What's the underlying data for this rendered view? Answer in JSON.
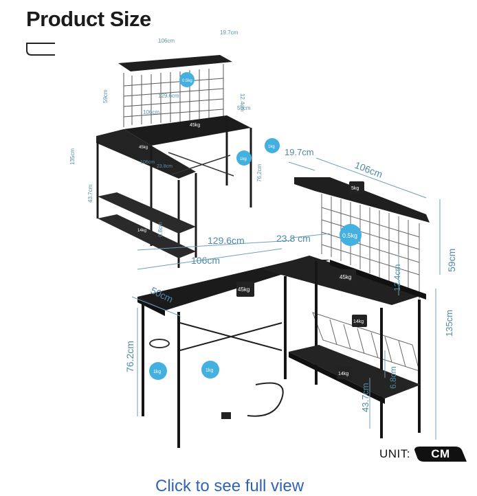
{
  "header": {
    "title": "Product Size"
  },
  "small_view": {
    "width_top": "106cm",
    "depth_top": "19.7cm",
    "load_hook": "0.5kg",
    "hutch_height": "59cm",
    "gap": "12.4cm",
    "span": "129.6cm",
    "width_desk": "106cm",
    "depth_desk": "50cm",
    "load_desk": "45kg",
    "load_side": "45kg",
    "height_total": "135cm",
    "width_side": "106cm",
    "width_side_depth": "23.8cm",
    "load_1kg_a": "1kg",
    "load_1kg_b": "1kg",
    "height_desk": "76.2cm",
    "shelf_h": "43.7cm",
    "shelf_gap": "6.8cm",
    "load_shelf": "14kg"
  },
  "large_view": {
    "depth_top": "19.7cm",
    "width_top": "106cm",
    "load_top": "5kg",
    "load_hook": "0.5kg",
    "hutch_height": "59cm",
    "gap": "12.4cm",
    "span": "129.6cm",
    "depth_side": "23.8 cm",
    "width_desk": "106cm",
    "depth_desk": "50cm",
    "load_desk": "45kg",
    "load_side": "45kg",
    "load_basket": "14kg",
    "height_total": "135cm",
    "height_desk": "76.2cm",
    "load_1kg_a": "1kg",
    "load_1kg_b": "1kg",
    "shelf_gap": "6.8cm",
    "shelf_h": "43.7cm",
    "load_shelf": "14kg"
  },
  "unit": {
    "label": "UNIT:",
    "value": "CM"
  },
  "link": {
    "label": "Click to see full view"
  },
  "colors": {
    "accent_blue": "#43b0e0",
    "dimension": "#5a8fa8",
    "desk": "#1c1c1c",
    "link": "#2f63b8"
  }
}
